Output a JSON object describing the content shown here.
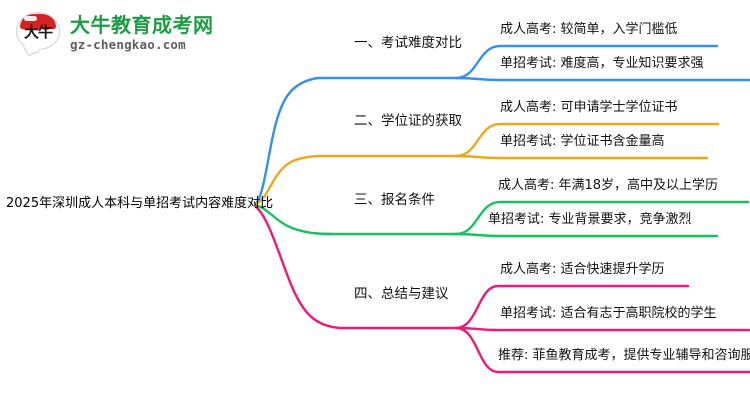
{
  "logo": {
    "mark_text": "大牛",
    "title": "大牛教育成考网",
    "domain": "gz-chengkao.com",
    "brand_green": "#1e9c44",
    "brand_red": "#d6231f"
  },
  "mindmap": {
    "root": {
      "label": "2025年深圳成人本科与单招考试内容难度对比"
    },
    "branches": [
      {
        "label": "一、考试难度对比",
        "color": "#3690e8",
        "leaves": [
          {
            "label": "成人高考: 较简单，入学门槛低"
          },
          {
            "label": "单招考试: 难度高，专业知识要求强"
          }
        ]
      },
      {
        "label": "二、学位证的获取",
        "color": "#f0a51f",
        "leaves": [
          {
            "label": "成人高考: 可申请学士学位证书"
          },
          {
            "label": "单招考试: 学位证书含金量高"
          }
        ]
      },
      {
        "label": "三、报名条件",
        "color": "#17c25e",
        "leaves": [
          {
            "label": "成人高考: 年满18岁，高中及以上学历"
          },
          {
            "label": "单招考试: 专业背景要求，竞争激烈"
          }
        ]
      },
      {
        "label": "四、总结与建议",
        "color": "#ec1a79",
        "leaves": [
          {
            "label": "成人高考: 适合快速提升学历"
          },
          {
            "label": "单招考试: 适合有志于高职院校的学生"
          },
          {
            "label": "推荐: 菲鱼教育成考，提供专业辅导和咨询服务"
          }
        ]
      }
    ]
  }
}
